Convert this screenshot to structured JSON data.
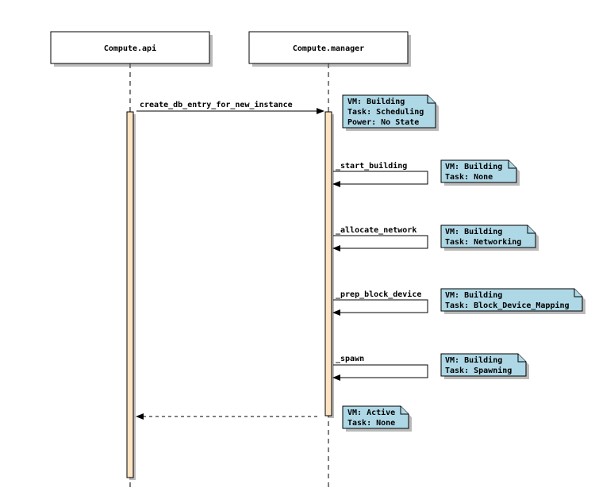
{
  "participants": [
    {
      "label": "Compute.api"
    },
    {
      "label": "Compute.manager"
    }
  ],
  "messages": [
    {
      "label": "create_db_entry_for_new_instance",
      "style": "solid"
    },
    {
      "label": "_start_building",
      "style": "self"
    },
    {
      "label": "_allocate_network",
      "style": "self"
    },
    {
      "label": "_prep_block_device",
      "style": "self"
    },
    {
      "label": "_spawn",
      "style": "self"
    },
    {
      "label": "",
      "style": "dashed-return"
    }
  ],
  "notes": [
    {
      "lines": [
        "VM: Building",
        "Task: Scheduling",
        "Power: No State"
      ]
    },
    {
      "lines": [
        "VM: Building",
        "Task: None"
      ]
    },
    {
      "lines": [
        "VM: Building",
        "Task: Networking"
      ]
    },
    {
      "lines": [
        "VM: Building",
        "Task: Block_Device_Mapping"
      ]
    },
    {
      "lines": [
        "VM: Building",
        "Task: Spawning"
      ]
    },
    {
      "lines": [
        "VM: Active",
        "Task: None"
      ]
    }
  ],
  "colors": {
    "note_fill": "#aed8e6",
    "activation_fill": "#fde3c2"
  }
}
